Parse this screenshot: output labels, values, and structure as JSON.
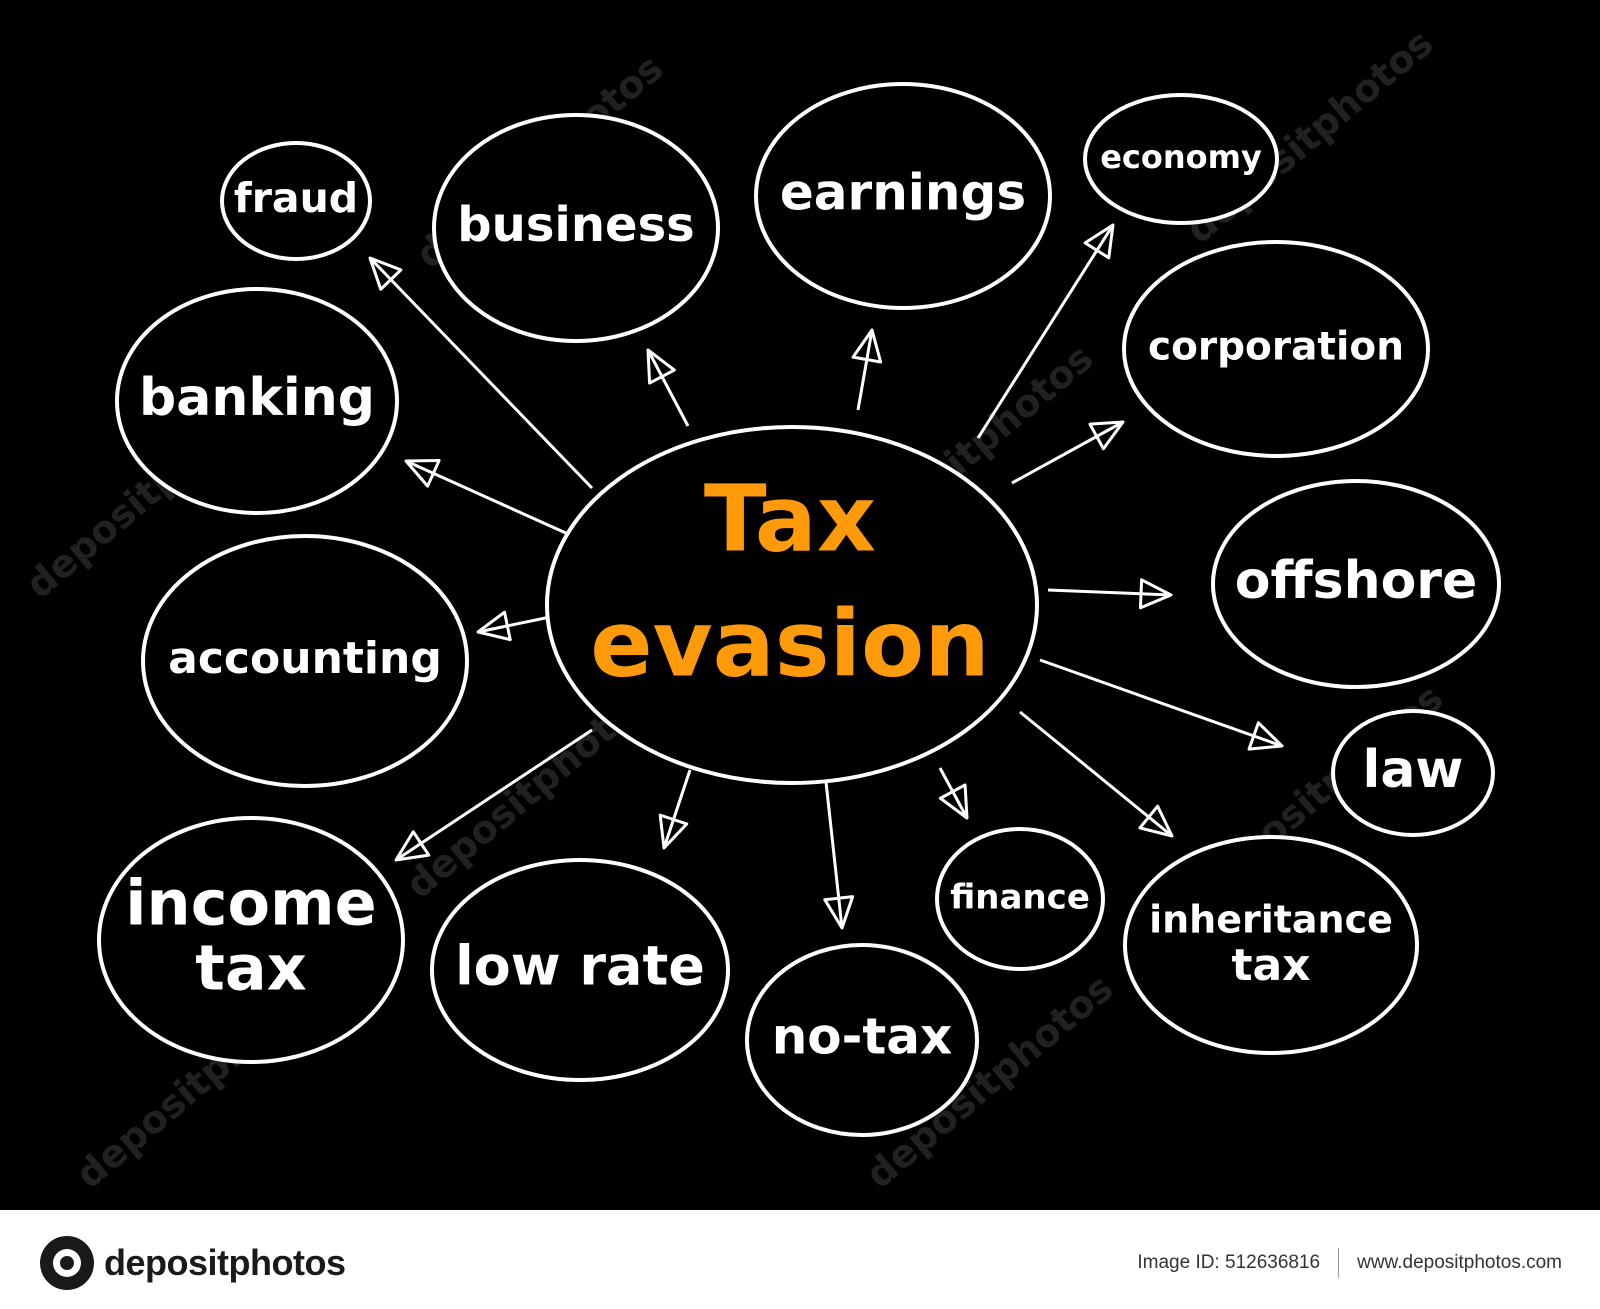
{
  "diagram": {
    "center": {
      "line1": "Tax",
      "line2": "evasion"
    },
    "nodes": [
      {
        "id": "fraud",
        "lines": [
          "fraud"
        ]
      },
      {
        "id": "business",
        "lines": [
          "business"
        ]
      },
      {
        "id": "earnings",
        "lines": [
          "earnings"
        ]
      },
      {
        "id": "economy",
        "lines": [
          "economy"
        ]
      },
      {
        "id": "corporation",
        "lines": [
          "corporation"
        ]
      },
      {
        "id": "offshore",
        "lines": [
          "offshore"
        ]
      },
      {
        "id": "law",
        "lines": [
          "law"
        ]
      },
      {
        "id": "inheritance-tax",
        "lines": [
          "inheritance",
          "tax"
        ]
      },
      {
        "id": "finance",
        "lines": [
          "finance"
        ]
      },
      {
        "id": "no-tax",
        "lines": [
          "no-tax"
        ]
      },
      {
        "id": "low-rate",
        "lines": [
          "low rate"
        ]
      },
      {
        "id": "income-tax",
        "lines": [
          "income",
          "tax"
        ]
      },
      {
        "id": "accounting",
        "lines": [
          "accounting"
        ]
      },
      {
        "id": "banking",
        "lines": [
          "banking"
        ]
      }
    ],
    "colors": {
      "background": "#000000",
      "outline": "#ffffff",
      "center_text": "#ff9a0a",
      "node_text": "#ffffff"
    }
  },
  "watermark": {
    "text": "depositphotos"
  },
  "footer": {
    "logo_text": "depositphotos",
    "logo_icon": "depositphotos-logo-icon",
    "image_id": "Image ID: 512636816",
    "url": "www.depositphotos.com"
  }
}
